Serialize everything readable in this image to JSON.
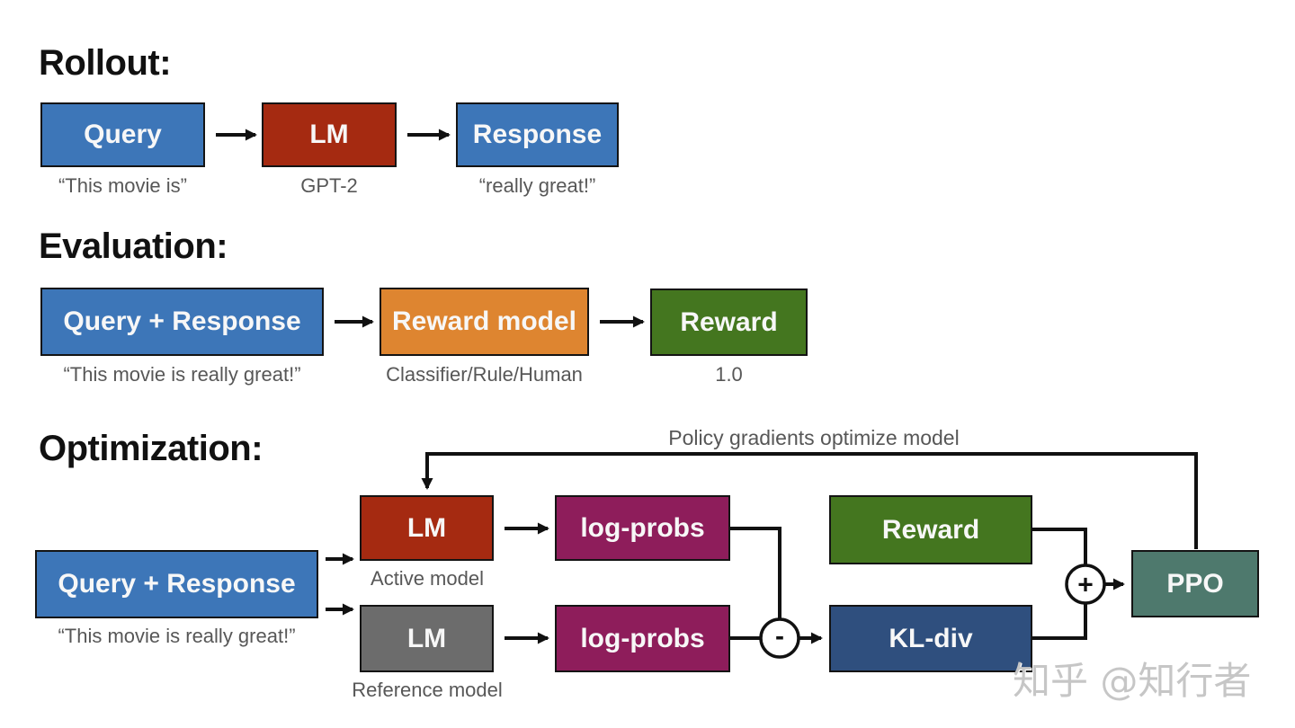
{
  "sections": {
    "rollout": {
      "heading": "Rollout:",
      "query": {
        "label": "Query",
        "caption": "“This movie is”"
      },
      "lm": {
        "label": "LM",
        "caption": "GPT-2"
      },
      "response": {
        "label": "Response",
        "caption": "“really great!”"
      }
    },
    "evaluation": {
      "heading": "Evaluation:",
      "query_response": {
        "label": "Query + Response",
        "caption": "“This movie is really great!”"
      },
      "reward_model": {
        "label": "Reward model",
        "caption": "Classifier/Rule/Human"
      },
      "reward": {
        "label": "Reward",
        "caption": "1.0"
      }
    },
    "optimization": {
      "heading": "Optimization:",
      "feedback_label": "Policy gradients optimize model",
      "query_response": {
        "label": "Query + Response",
        "caption": "“This movie is really great!”"
      },
      "lm_active": {
        "label": "LM",
        "caption": "Active model"
      },
      "lm_reference": {
        "label": "LM",
        "caption": "Reference model"
      },
      "log_probs_active": {
        "label": "log-probs"
      },
      "log_probs_reference": {
        "label": "log-probs"
      },
      "reward": {
        "label": "Reward"
      },
      "kl_div": {
        "label": "KL-div"
      },
      "ppo": {
        "label": "PPO"
      },
      "minus_operator": "-",
      "plus_operator": "+"
    }
  },
  "watermark": "知乎 @知行者",
  "colors": {
    "box_blue": "#3d76b8",
    "box_red": "#a52a11",
    "box_orange": "#de8530",
    "box_green": "#44761f",
    "box_magenta": "#8e1d5b",
    "box_navy": "#2f4f7e",
    "box_gray": "#6c6c6c",
    "box_teal": "#4e796d",
    "connector_black": "#111111",
    "caption_gray": "#575757",
    "heading_black": "#111111",
    "watermark_gray": "#c6c6c6"
  }
}
